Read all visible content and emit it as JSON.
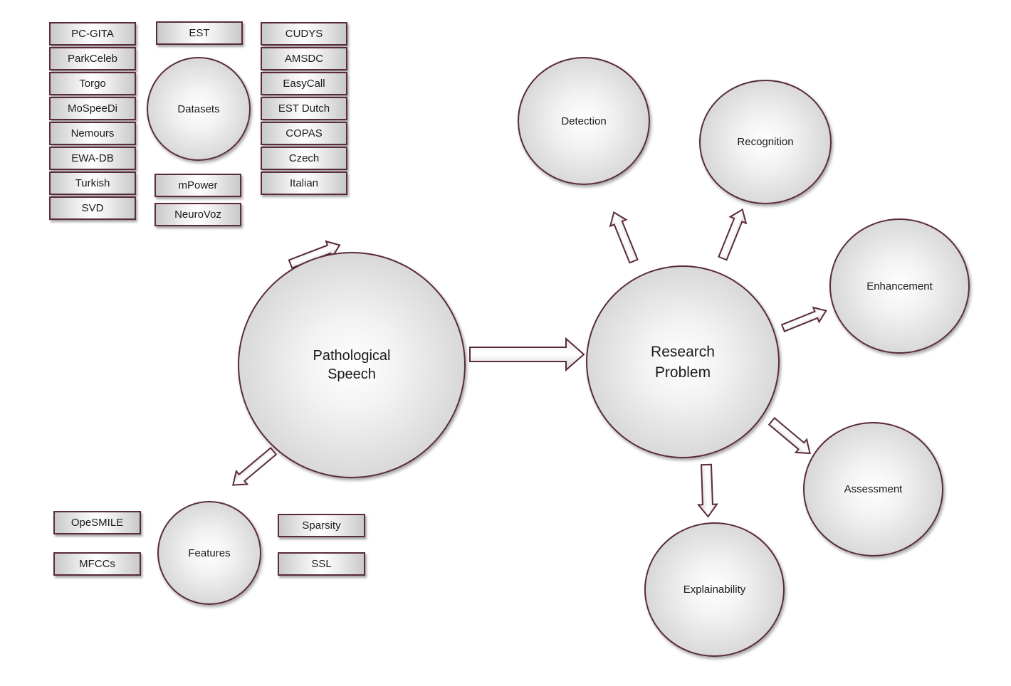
{
  "center_left": {
    "label_line1": "Pathological",
    "label_line2": "Speech"
  },
  "center_right": {
    "label_line1": "Research",
    "label_line2": "Problem"
  },
  "datasets": {
    "hub": "Datasets",
    "col_left": [
      "PC-GITA",
      "ParkCeleb",
      "Torgo",
      "MoSpeeDi",
      "Nemours",
      "EWA-DB",
      "Turkish",
      "SVD"
    ],
    "col_mid_top": [
      "EST"
    ],
    "col_mid_bottom": [
      "mPower",
      "NeuroVoz"
    ],
    "col_right": [
      "CUDYS",
      "AMSDC",
      "EasyCall",
      "EST Dutch",
      "COPAS",
      "Czech",
      "Italian"
    ]
  },
  "features": {
    "hub": "Features",
    "left": [
      "OpeSMILE",
      "MFCCs"
    ],
    "right": [
      "Sparsity",
      "SSL"
    ]
  },
  "research_problems": [
    "Detection",
    "Recognition",
    "Enhancement",
    "Assessment",
    "Explainability"
  ],
  "colors": {
    "outline": "#5a2a3e",
    "fill_light": "#ffffff",
    "fill_dark": "#c4c4c4"
  }
}
